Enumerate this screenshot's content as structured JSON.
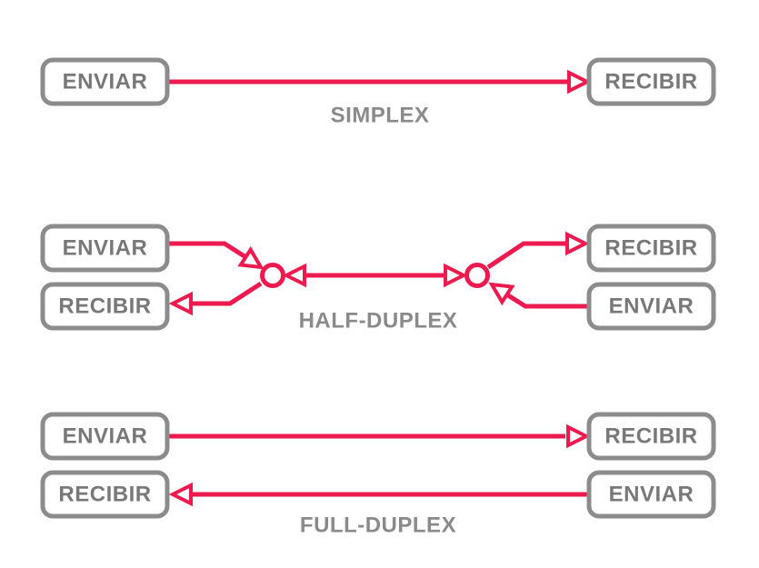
{
  "colors": {
    "arrow_red": "#EC1A4E",
    "box_border_gray": "#8C8C8C",
    "box_text_gray": "#787878",
    "section_label_gray": "#8A8A8A",
    "page_bg": "#FFFFFF"
  },
  "sections": {
    "simplex": {
      "label": "SIMPLEX",
      "sender_box": "ENVIAR",
      "receiver_box": "RECIBIR"
    },
    "half_duplex": {
      "label": "HALF-DUPLEX",
      "left_sender_box": "ENVIAR",
      "left_receiver_box": "RECIBIR",
      "right_receiver_box": "RECIBIR",
      "right_sender_box": "ENVIAR"
    },
    "full_duplex": {
      "label": "FULL-DUPLEX",
      "left_sender_box": "ENVIAR",
      "left_receiver_box": "RECIBIR",
      "right_receiver_box": "RECIBIR",
      "right_sender_box": "ENVIAR"
    }
  }
}
